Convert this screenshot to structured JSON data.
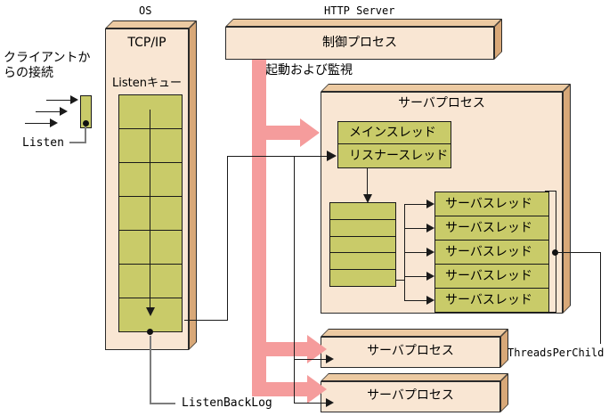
{
  "diagram": {
    "os_label": "OS",
    "http_server_label": "HTTP Server",
    "client": {
      "caption_line1": "クライアントか",
      "caption_line2": "らの接続",
      "listen_label": "Listen"
    },
    "tcpip": {
      "title": "TCP/IP",
      "queue_title": "Listenキュー",
      "queue_rows": 7,
      "backlog_label": "ListenBackLog"
    },
    "control_process": {
      "title": "制御プロセス",
      "monitor_label": "起動および監視"
    },
    "server_process": {
      "title": "サーバプロセス",
      "main_thread_label": "メインスレッド",
      "listener_thread_label": "リスナースレッド",
      "thread_queue_rows": 5,
      "server_thread_labels": [
        "サーバスレッド",
        "サーバスレッド",
        "サーバスレッド",
        "サーバスレッド",
        "サーバスレッド"
      ],
      "threads_per_child_label": "ThreadsPerChild"
    },
    "child_processes": [
      {
        "title": "サーバプロセス"
      },
      {
        "title": "サーバプロセス"
      }
    ]
  },
  "colors": {
    "background": "#ffffff",
    "box_face": "#f9e6d3",
    "box_top_bevel": "#eccaa2",
    "box_side_bevel": "#d8a878",
    "queue_green": "#c9cb69",
    "arrow_pink": "#f59c9c",
    "line_black": "#1a1a1a",
    "leader_gray": "#7d7d7d"
  }
}
